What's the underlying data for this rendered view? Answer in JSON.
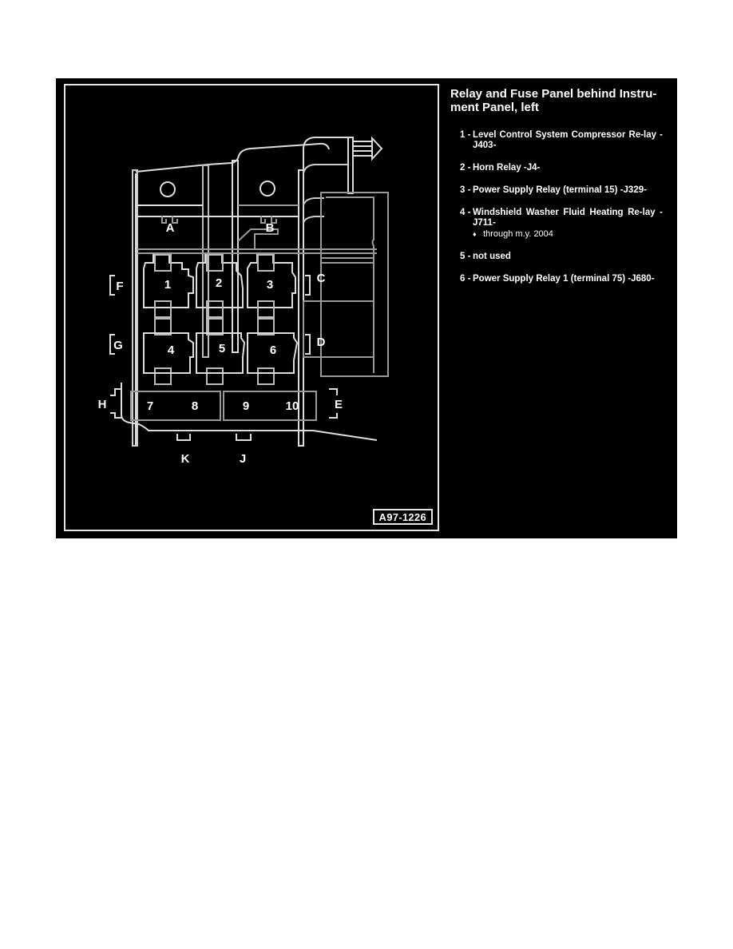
{
  "figure": {
    "id": "A97-1226",
    "relay_positions": [
      "1",
      "2",
      "3",
      "4",
      "5",
      "6",
      "7",
      "8",
      "9",
      "10"
    ],
    "connector_labels": [
      "A",
      "B",
      "C",
      "D",
      "E",
      "F",
      "G",
      "H",
      "J",
      "K"
    ]
  },
  "legend": {
    "title": "Relay and Fuse Panel behind Instru-ment Panel, left",
    "items": [
      {
        "num": "1 -",
        "text": "Level Control System Compressor Re-lay -J403-"
      },
      {
        "num": "2 -",
        "text": "Horn Relay -J4-"
      },
      {
        "num": "3 -",
        "text": "Power Supply Relay (terminal 15) -J329-"
      },
      {
        "num": "4 -",
        "text": "Windshield Washer Fluid Heating Re-lay -J711-",
        "note_bullet": "♦",
        "note": "through m.y. 2004"
      },
      {
        "num": "5 -",
        "text": "not used"
      },
      {
        "num": "6 -",
        "text": "Power Supply Relay 1 (terminal 75) -J680-"
      }
    ]
  },
  "colors": {
    "background": "#000000",
    "line_bright": "#ffffff",
    "line_gray": "#9a9a9a",
    "page": "#ffffff"
  }
}
